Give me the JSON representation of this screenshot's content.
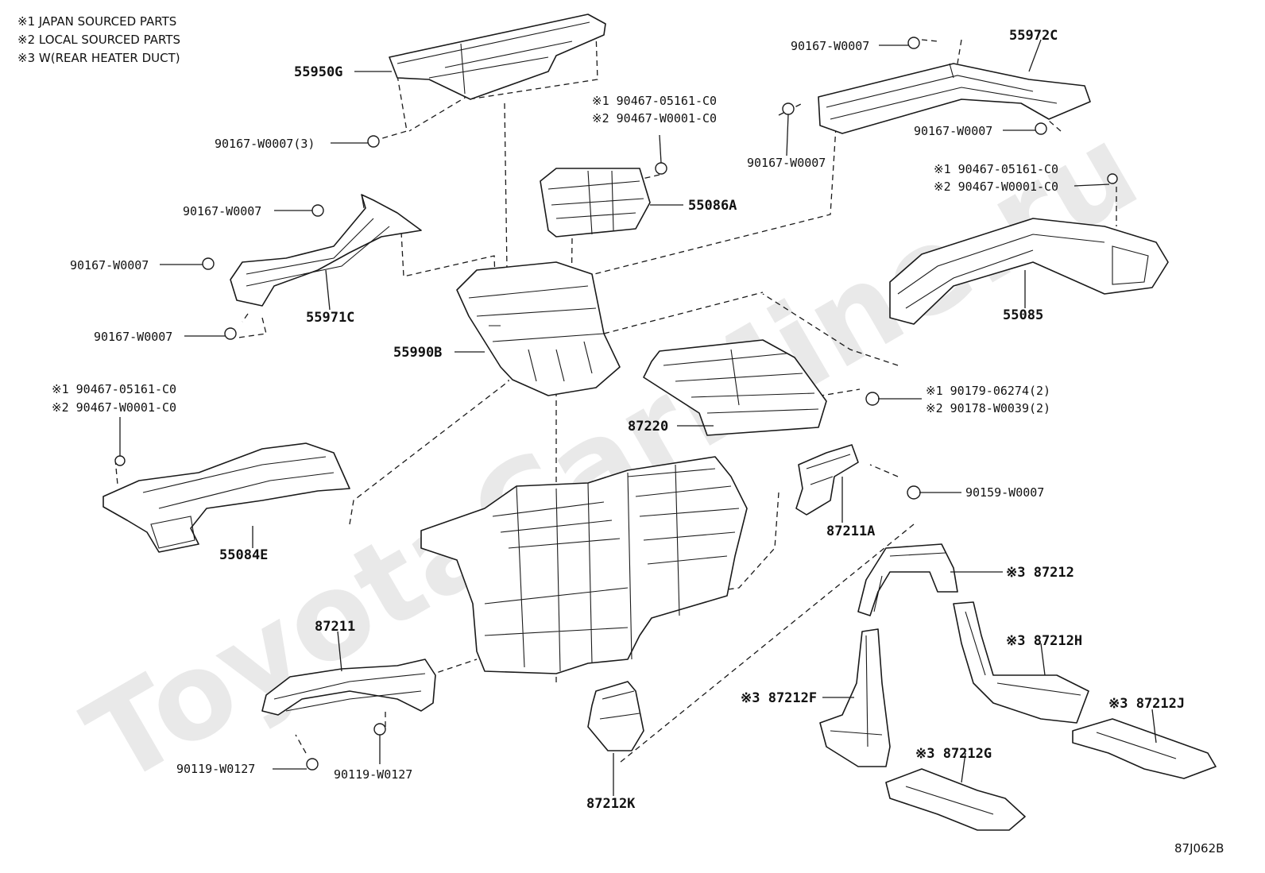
{
  "legend": [
    "※1 JAPAN SOURCED PARTS",
    "※2 LOCAL SOURCED PARTS",
    "※3 W(REAR HEATER DUCT)"
  ],
  "watermark": "ToyotaCarMine.ru",
  "diagram_code": "87J062B",
  "labels": {
    "p55950G": "55950G",
    "p90167_W0007_3": "90167-W0007(3)",
    "p90167_a": "90167-W0007",
    "p55972C": "55972C",
    "p90167_b": "90167-W0007",
    "p90167_c": "90167-W0007",
    "p90467_a1": "※1 90467-05161-C0",
    "p90467_a2": "※2 90467-W0001-C0",
    "p55086A": "55086A",
    "p90467_b1": "※1 90467-05161-C0",
    "p90467_b2": "※2 90467-W0001-C0",
    "p90167_d": "90167-W0007",
    "p90167_e": "90167-W0007",
    "p90167_f": "90167-W0007",
    "p55971C": "55971C",
    "p55085": "55085",
    "p55990B": "55990B",
    "p90179_1": "※1 90179-06274(2)",
    "p90178_2": "※2 90178-W0039(2)",
    "p87220": "87220",
    "p90467_c1": "※1 90467-05161-C0",
    "p90467_c2": "※2 90467-W0001-C0",
    "p90159": "90159-W0007",
    "p87211A": "87211A",
    "p55084E": "55084E",
    "p87212": "※3 87212",
    "p87211": "87211",
    "p87212H": "※3 87212H",
    "p87212F": "※3 87212F",
    "p87212J": "※3 87212J",
    "p87212G": "※3 87212G",
    "p90119_a": "90119-W0127",
    "p90119_b": "90119-W0127",
    "p87212K": "87212K"
  }
}
